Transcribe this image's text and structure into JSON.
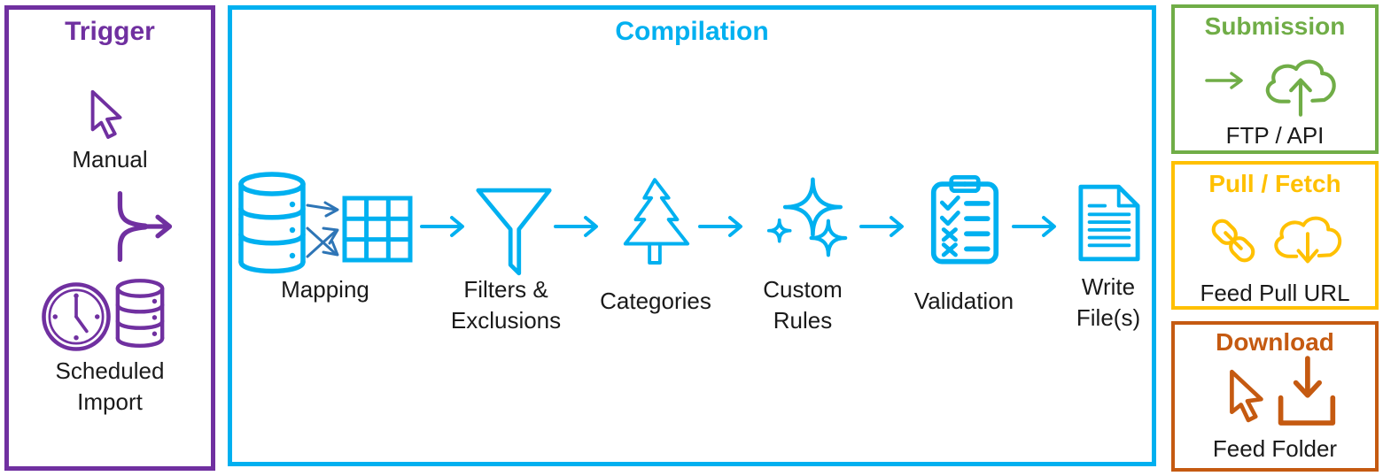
{
  "colors": {
    "trigger": "#7030A0",
    "compilation": "#00B0F0",
    "mapping_arrows": "#2E75B6",
    "submission": "#70AD47",
    "pull_fetch": "#FFC000",
    "download": "#C55A11",
    "label_text": "#1A1A1A"
  },
  "trigger": {
    "title": "Trigger",
    "manual_label": "Manual",
    "scheduled_label": "Scheduled\nImport",
    "icons": [
      "cursor-icon",
      "merge-arrow-icon",
      "clock-icon",
      "database-icon"
    ]
  },
  "compilation": {
    "title": "Compilation",
    "stages": [
      {
        "label": "Mapping",
        "icon": "database-to-grid-mapping-icon"
      },
      {
        "label": "Filters &\nExclusions",
        "icon": "funnel-icon"
      },
      {
        "label": "Categories",
        "icon": "tree-icon"
      },
      {
        "label": "Custom\nRules",
        "icon": "sparkles-icon"
      },
      {
        "label": "Validation",
        "icon": "checklist-clipboard-icon"
      },
      {
        "label": "Write\nFile(s)",
        "icon": "document-icon"
      }
    ],
    "connector_icon": "flow-arrow-icon"
  },
  "submission": {
    "title": "Submission",
    "label": "FTP / API",
    "icons": [
      "arrow-right-icon",
      "cloud-upload-icon"
    ]
  },
  "pull_fetch": {
    "title": "Pull / Fetch",
    "label": "Feed Pull URL",
    "icons": [
      "chain-link-icon",
      "cloud-download-icon"
    ]
  },
  "download": {
    "title": "Download",
    "label": "Feed Folder",
    "icons": [
      "cursor-icon",
      "download-tray-icon"
    ]
  }
}
